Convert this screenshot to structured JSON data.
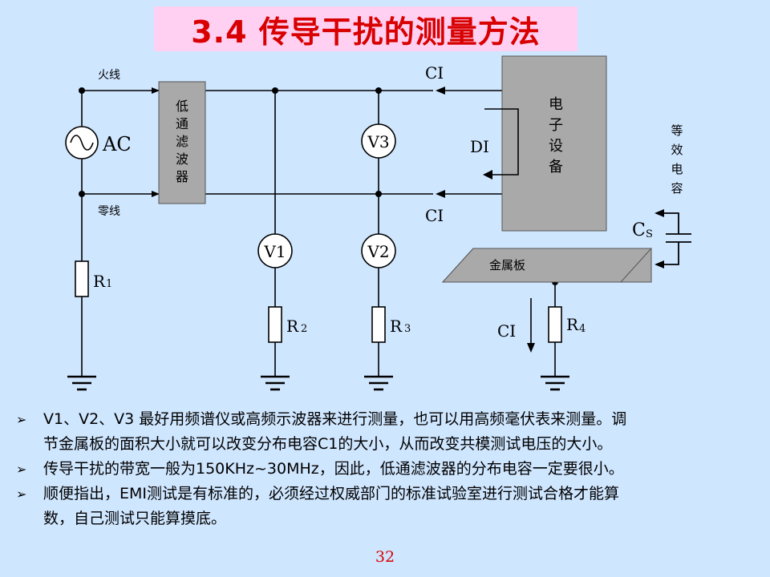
{
  "slide": {
    "title": "3.4 传导干扰的测量方法",
    "page_number": "32",
    "accent_color": "#d80000",
    "title_bg_color": "#ffd0f2",
    "background_color": "#cfe6ff"
  },
  "diagram": {
    "labels": {
      "live_wire": "火线",
      "neutral_wire": "零线",
      "ac_source": "AC",
      "filter": [
        "低",
        "通",
        "滤",
        "波",
        "器"
      ],
      "device": [
        "电",
        "子",
        "设",
        "备"
      ],
      "equiv_cap": [
        "等",
        "效",
        "电",
        "容"
      ],
      "v1": "V1",
      "v2": "V2",
      "v3": "V3",
      "r1": "R",
      "r1_sub": "1",
      "r2": "R",
      "r2_sub": "2",
      "r3": "R",
      "r3_sub": "3",
      "r4": "R",
      "r4_sub": "4",
      "ci_top": "CI",
      "ci_bottom": "CI",
      "ci_ground": "CI",
      "di": "DI",
      "cs": "C",
      "cs_sub": "S",
      "metal_plate": "金属板"
    },
    "icons": [
      "sine-wave-icon",
      "ground-icon",
      "capacitor-icon",
      "resistor-icon"
    ]
  },
  "bullets": [
    {
      "line1": "V1、V2、V3 最好用频谱仪或高频示波器来进行测量，也可以用高频毫伏表来测量。调",
      "line2": "节金属板的面积大小就可以改变分布电容C1的大小，从而改变共模测试电压的大小。"
    },
    {
      "line1": "传导干扰的带宽一般为150KHz~30MHz，因此，低通滤波器的分布电容一定要很小。",
      "line2": ""
    },
    {
      "line1": "顺便指出，EMI测试是有标准的，必须经过权威部门的标准试验室进行测试合格才能算",
      "line2": "数，自己测试只能算摸底。"
    }
  ]
}
